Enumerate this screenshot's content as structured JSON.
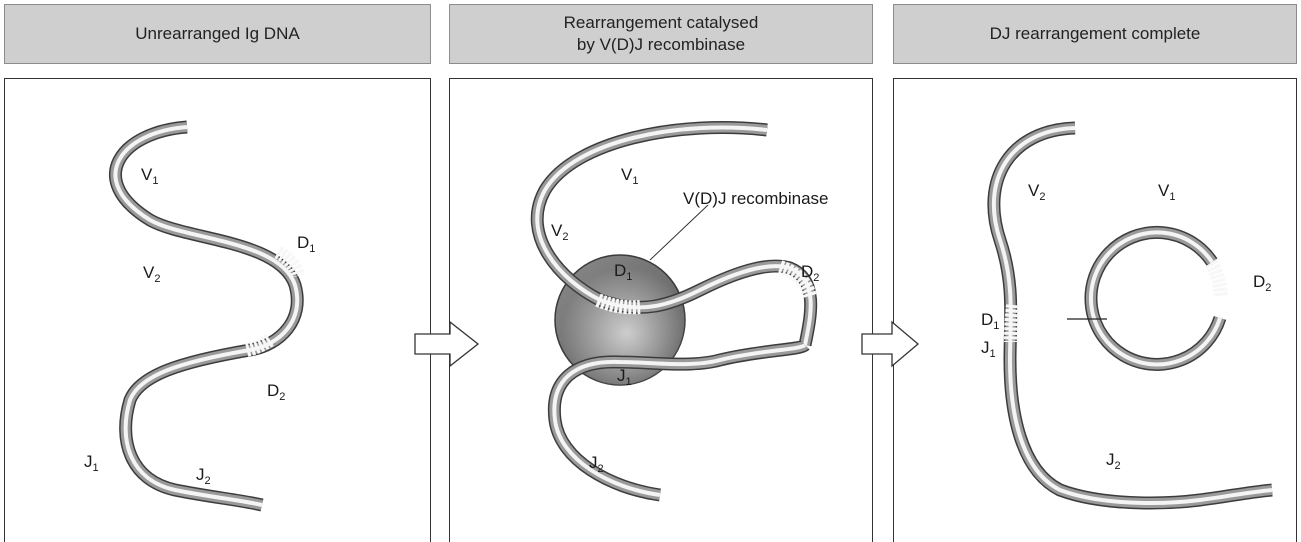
{
  "panels": [
    {
      "header_lines": [
        "Unrearranged Ig DNA"
      ],
      "labels": [
        {
          "base": "V",
          "sub": "1"
        },
        {
          "base": "V",
          "sub": "2"
        },
        {
          "base": "D",
          "sub": "1"
        },
        {
          "base": "D",
          "sub": "2"
        },
        {
          "base": "J",
          "sub": "1"
        },
        {
          "base": "J",
          "sub": "2"
        }
      ]
    },
    {
      "header_lines": [
        "Rearrangement catalysed",
        "by V(D)J recombinase"
      ],
      "enzyme_label": "V(D)J  recombinase",
      "labels": [
        {
          "base": "V",
          "sub": "1"
        },
        {
          "base": "V",
          "sub": "2"
        },
        {
          "base": "D",
          "sub": "1"
        },
        {
          "base": "D",
          "sub": "2"
        },
        {
          "base": "J",
          "sub": "1"
        },
        {
          "base": "J",
          "sub": "2"
        }
      ]
    },
    {
      "header_lines": [
        "DJ  rearrangement  complete"
      ],
      "labels": [
        {
          "base": "V",
          "sub": "2"
        },
        {
          "base": "V",
          "sub": "1"
        },
        {
          "base": "D",
          "sub": "2"
        },
        {
          "base": "D",
          "sub": "1"
        },
        {
          "base": "J",
          "sub": "1"
        },
        {
          "base": "J",
          "sub": "2"
        }
      ]
    }
  ],
  "colors": {
    "header_bg": "#cfcfcf",
    "dna_dark": "#3c3c3c",
    "dna_mid": "#9a9a9a",
    "dna_light": "#f4f4f4",
    "enzyme": "#6e6e6e"
  }
}
